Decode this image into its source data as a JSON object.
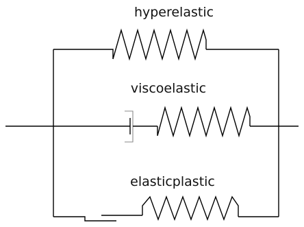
{
  "labels": {
    "top": "hyperelastic",
    "middle": "viscoelastic",
    "bottom": "elasticplastic"
  },
  "colors": {
    "line": "#000000",
    "dashpot_cup": "#8a8a8a",
    "text": "#111111",
    "background": "#ffffff"
  },
  "components": [
    {
      "branch": "top",
      "elements": [
        "spring"
      ]
    },
    {
      "branch": "middle",
      "elements": [
        "dashpot",
        "spring"
      ]
    },
    {
      "branch": "bottom",
      "elements": [
        "friction-slider",
        "spring"
      ]
    }
  ]
}
